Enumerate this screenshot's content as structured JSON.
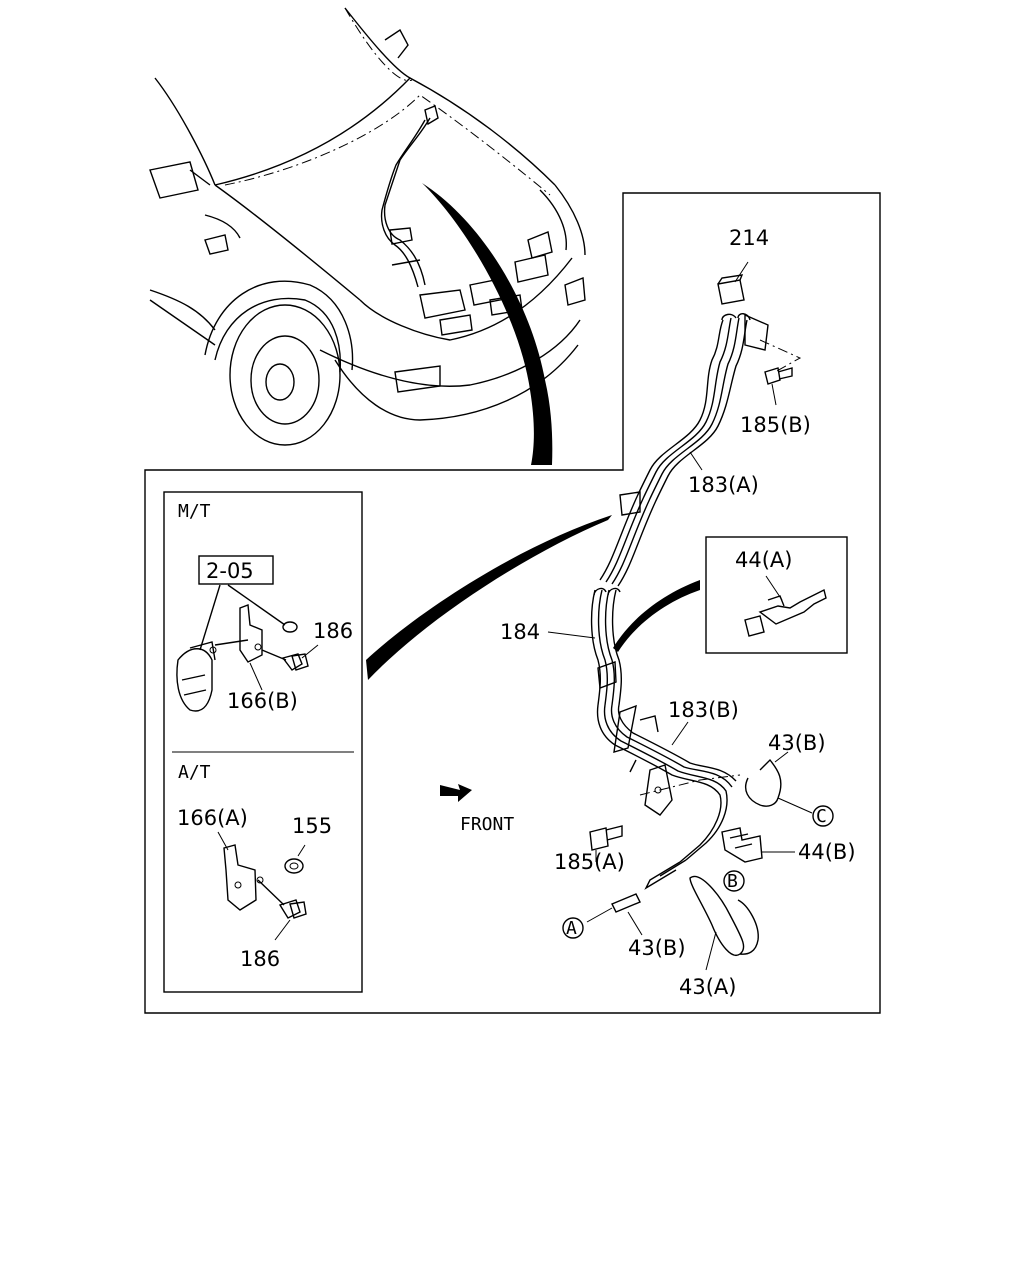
{
  "diagram": {
    "labels": {
      "p214": "214",
      "p185b": "185(B)",
      "p183a": "183(A)",
      "p44a": "44(A)",
      "p184": "184",
      "p183b": "183(B)",
      "p43b_top": "43(B)",
      "p44b": "44(B)",
      "p185a": "185(A)",
      "p43b_bottom": "43(B)",
      "p43a": "43(A)",
      "front": "FRONT",
      "mt": "M/T",
      "ref205": "2-05",
      "p186_mt": "186",
      "p166b": "166(B)",
      "at": "A/T",
      "p166a": "166(A)",
      "p155": "155",
      "p186_at": "186",
      "circle_a": "A",
      "circle_b": "B",
      "circle_c": "C"
    }
  }
}
